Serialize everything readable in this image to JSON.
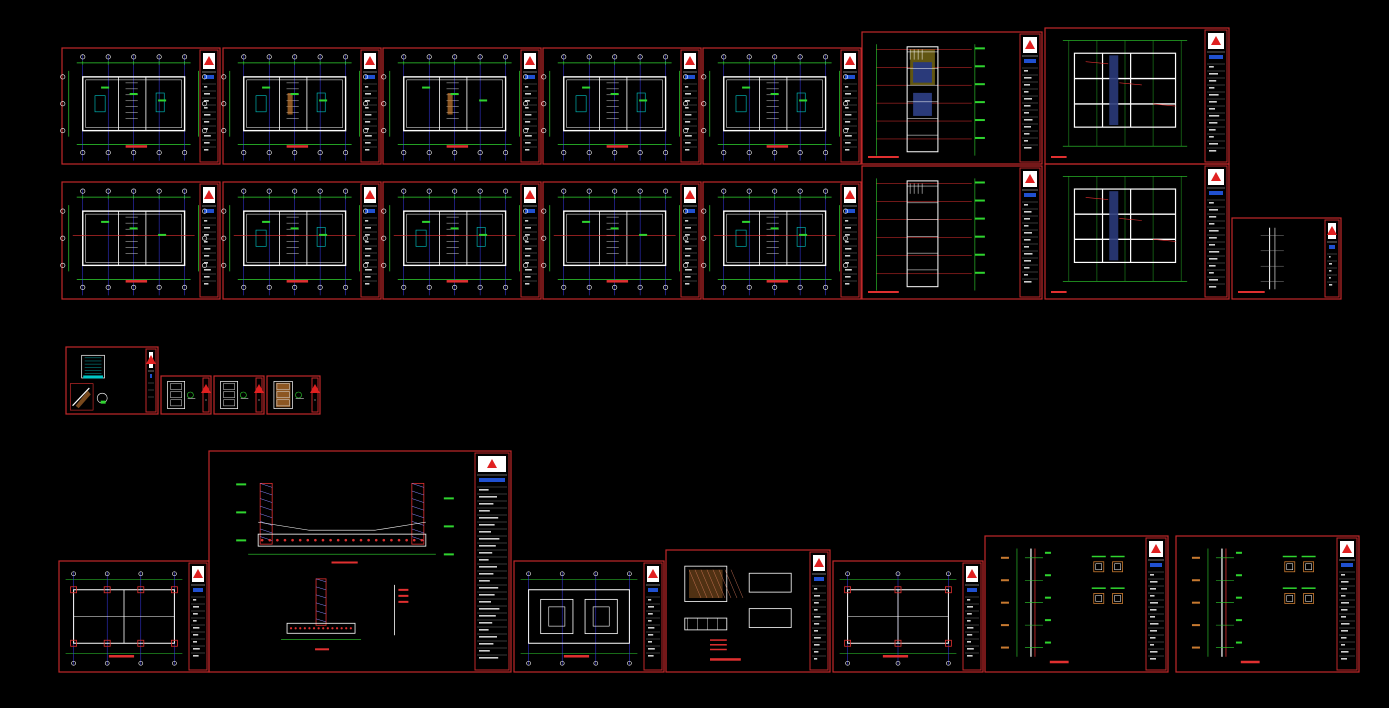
{
  "app": {
    "view": "cad-model-space",
    "background": "#000000"
  },
  "colors": {
    "frame": "#c0282a",
    "wall": "#ffffff",
    "dimension": "#2fd42f",
    "axis": "#3a3af0",
    "annotation": "#e03030",
    "fill_cyan": "#00c8c8",
    "fill_blue": "#2a3a7a",
    "fill_orange": "#c87a30"
  },
  "sheets": {
    "row1": [
      "plan",
      "plan",
      "plan",
      "plan",
      "plan",
      "elevation",
      "section"
    ],
    "row2": [
      "plan",
      "plan",
      "plan",
      "plan",
      "plan",
      "elevation",
      "section",
      "detail"
    ],
    "small_group": [
      "stair-detail",
      "door-detail",
      "door-detail",
      "door-detail"
    ],
    "row4": [
      "foundation-plan",
      "foundation-section",
      "slab-plan",
      "beam-detail",
      "roof-plan",
      "column-detail",
      "column-detail"
    ]
  }
}
